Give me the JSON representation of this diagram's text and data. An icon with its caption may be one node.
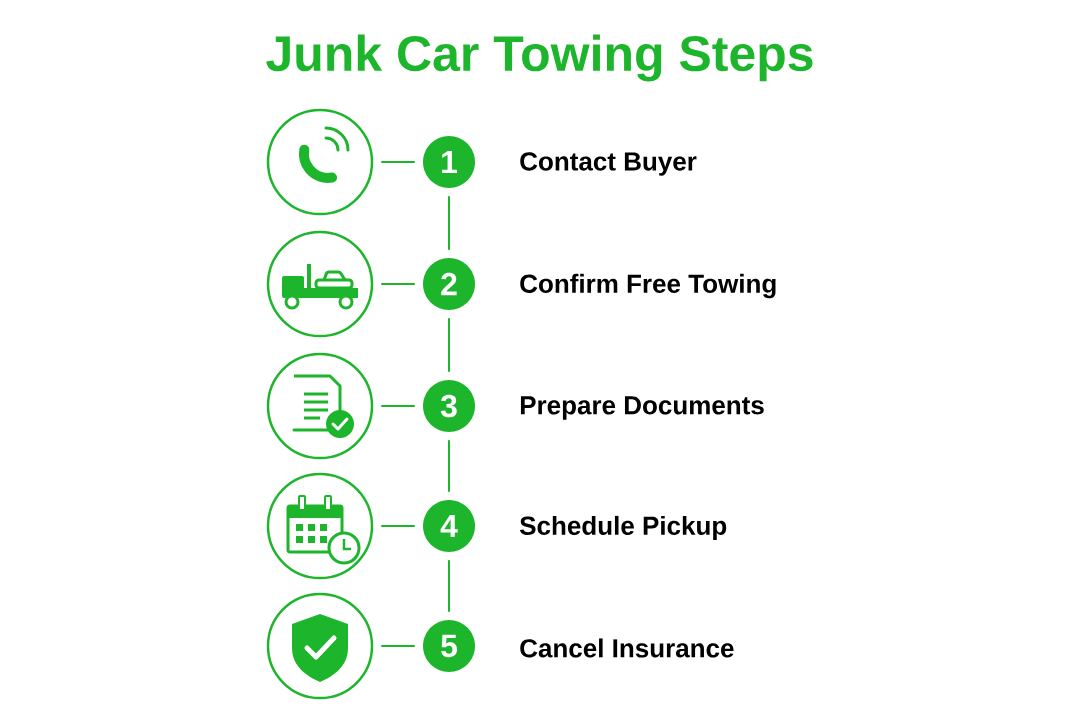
{
  "diagram": {
    "title": "Junk Car Towing Steps",
    "nodes": [
      {
        "text": [],
        "shape": "circle"
      },
      {
        "text": [
          "1"
        ],
        "beside": [
          "Contact Buyer"
        ]
      },
      {
        "text": [],
        "shape": "circle"
      },
      {
        "text": [
          "2"
        ],
        "beside": [
          "Confirm Free Towing"
        ]
      },
      {
        "text": [],
        "shape": "circle"
      },
      {
        "text": [
          "3"
        ],
        "beside": [
          "Prepare Documents"
        ]
      },
      {
        "text": [],
        "shape": "circle"
      },
      {
        "text": [
          "4"
        ],
        "beside": [
          "Schedule Pickup"
        ]
      },
      {
        "text": [],
        "shape": "circle"
      },
      {
        "text": [
          "5"
        ],
        "beside": [
          "Cancel Insurance"
        ]
      }
    ],
    "edges": [
      {
        "from": 0,
        "to": 1,
        "arrow": "none"
      },
      {
        "from": 2,
        "to": 3,
        "arrow": "none"
      },
      {
        "from": 4,
        "to": 5,
        "arrow": "none"
      },
      {
        "from": 6,
        "to": 7,
        "arrow": "none"
      },
      {
        "from": 8,
        "to": 9,
        "arrow": "none"
      },
      {
        "from": 1,
        "to": 3,
        "arrow": "none"
      },
      {
        "from": 3,
        "to": 5,
        "arrow": "none"
      },
      {
        "from": 5,
        "to": 7,
        "arrow": "none"
      },
      {
        "from": 7,
        "to": 9,
        "arrow": "none"
      }
    ]
  }
}
